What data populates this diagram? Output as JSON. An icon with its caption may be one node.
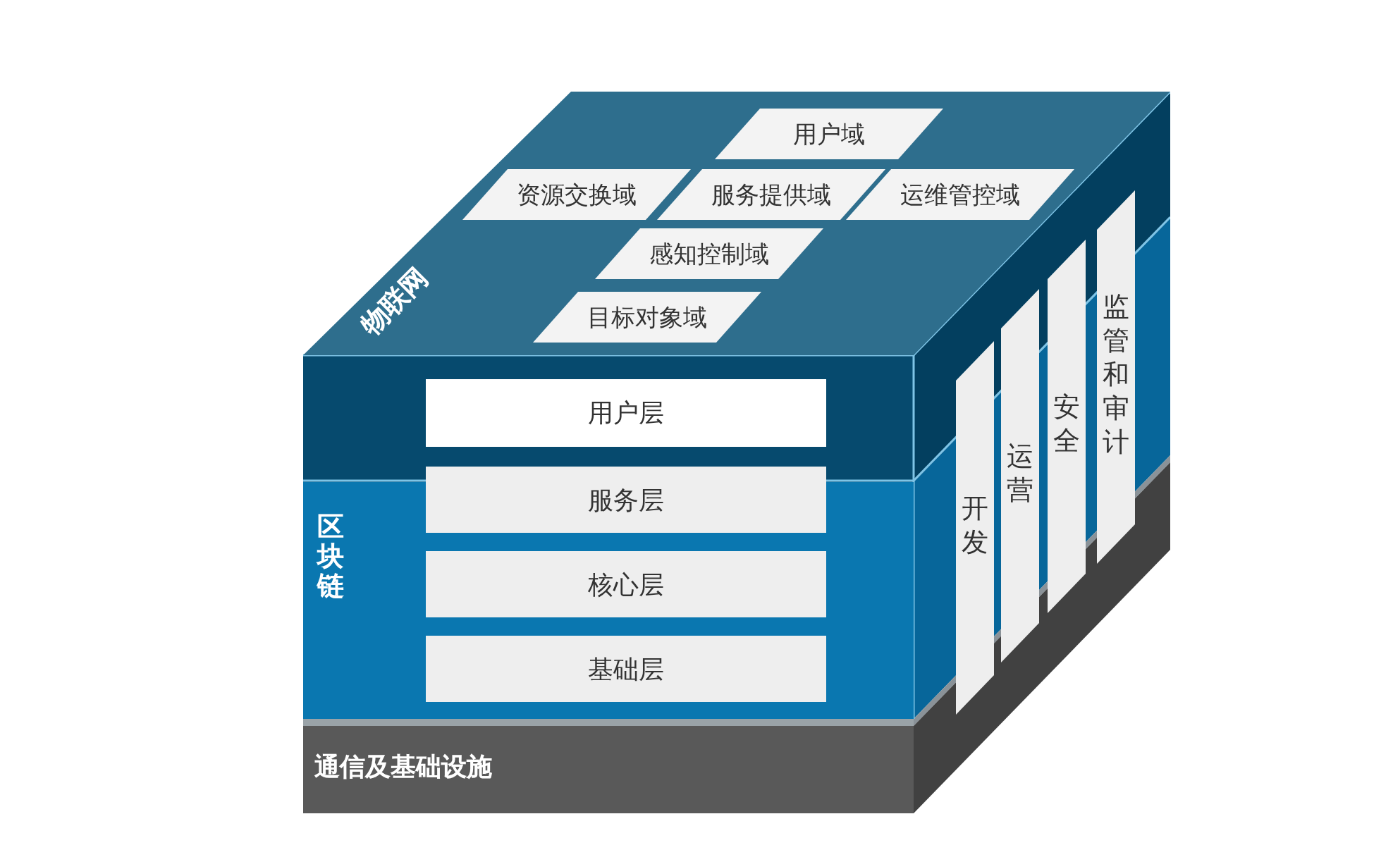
{
  "diagram": {
    "nodes": [
      {
        "text": [
          "物联网"
        ]
      },
      {
        "text": [
          "用户域"
        ],
        "in": 0
      },
      {
        "text": [
          "资源交换域"
        ],
        "in": 0
      },
      {
        "text": [
          "服务提供域"
        ],
        "in": 0
      },
      {
        "text": [
          "运维管控域"
        ],
        "in": 0
      },
      {
        "text": [
          "感知控制域"
        ],
        "in": 0
      },
      {
        "text": [
          "目标对象域"
        ],
        "in": 0
      },
      {
        "text": [
          "区块链"
        ]
      },
      {
        "text": [
          "用户层"
        ]
      },
      {
        "text": [
          "服务层"
        ],
        "in": 7
      },
      {
        "text": [
          "核心层"
        ],
        "in": 7
      },
      {
        "text": [
          "基础层"
        ],
        "in": 7
      },
      {
        "text": [
          "通信及基础设施"
        ]
      },
      {
        "text": [
          "开发"
        ]
      },
      {
        "text": [
          "运营"
        ]
      },
      {
        "text": [
          "安全"
        ]
      },
      {
        "text": [
          "监管和审计"
        ]
      }
    ]
  }
}
